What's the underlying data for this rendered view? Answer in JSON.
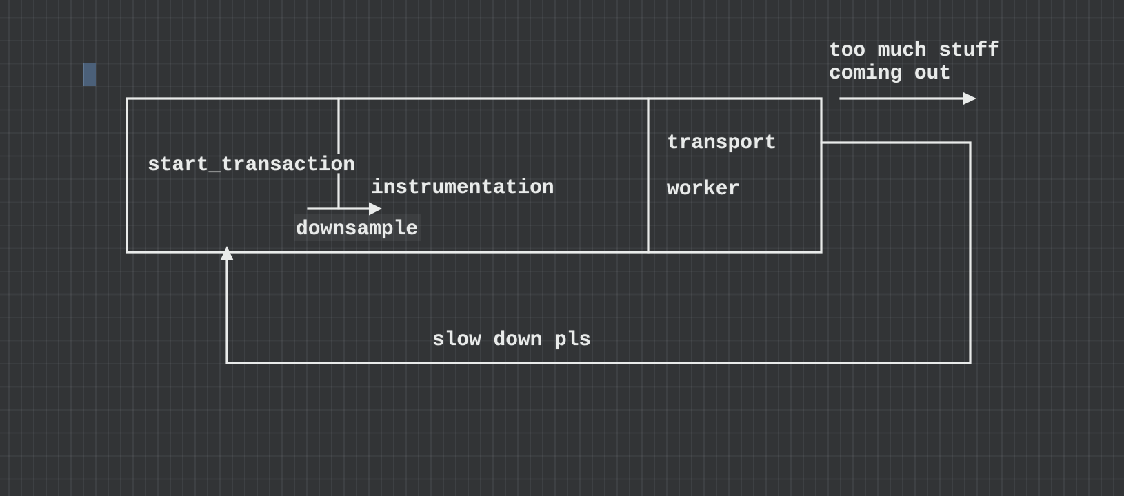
{
  "app": {
    "type": "ascii-diagram-editor-canvas"
  },
  "colors": {
    "background": "#323436",
    "grid_line": "#3e4245",
    "stroke": "#e9ebea",
    "text": "#e9ebea",
    "cursor": "#4b6079",
    "selection_highlight": "#3d4043"
  },
  "labels": {
    "start_transaction": "start_transaction",
    "instrumentation": "instrumentation",
    "downsample": "downsample",
    "transport": "transport",
    "worker": "worker",
    "output_note_line1": "too much stuff",
    "output_note_line2": "coming out",
    "feedback_note": "slow down pls"
  }
}
